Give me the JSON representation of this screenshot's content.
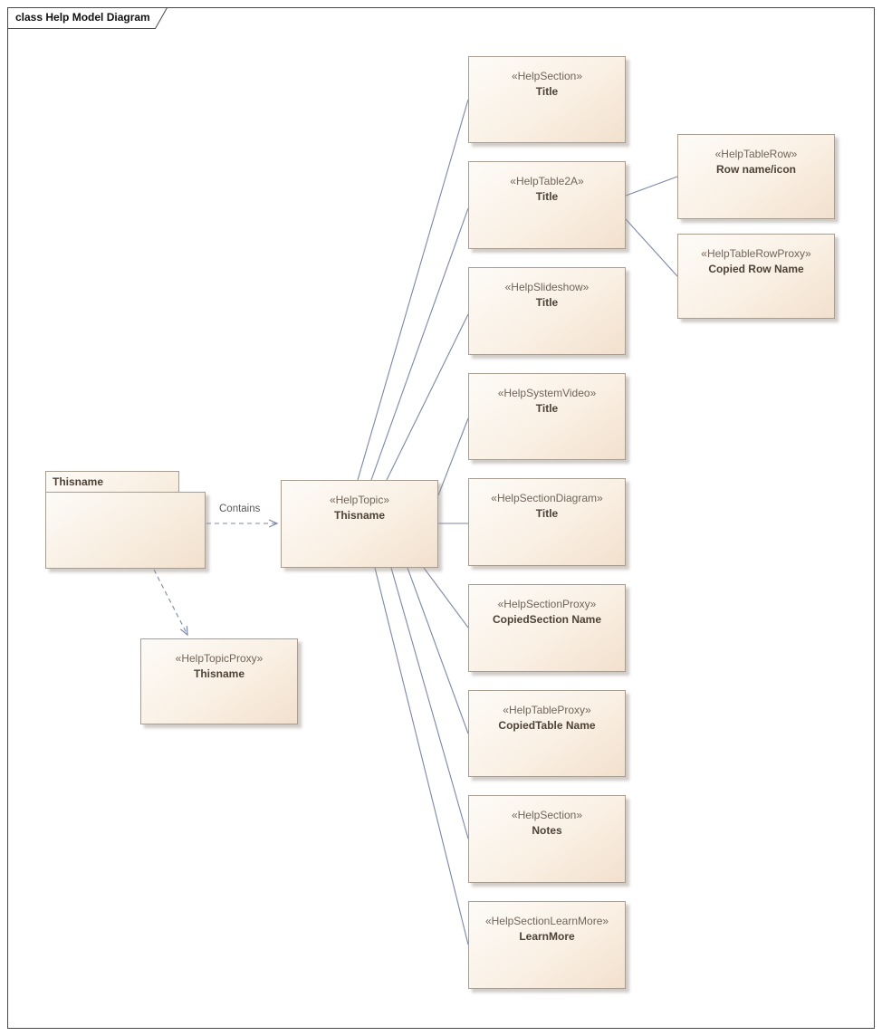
{
  "frame": {
    "title": "class Help Model Diagram"
  },
  "colors": {
    "node_fill_top": "#fdfbf7",
    "node_fill_bottom": "#f2e0cd",
    "node_border": "#a79e91",
    "connector": "#7b87a6",
    "frame_border": "#46484d"
  },
  "package": {
    "name": "Thisname"
  },
  "connectors": {
    "contains_label": "Contains"
  },
  "nodes": {
    "helpTopic": {
      "stereotype": "«HelpTopic»",
      "name": "Thisname"
    },
    "helpTopicProxy": {
      "stereotype": "«HelpTopicProxy»",
      "name": "Thisname"
    },
    "helpSectionTitle": {
      "stereotype": "«HelpSection»",
      "name": "Title"
    },
    "helpTable2A": {
      "stereotype": "«HelpTable2A»",
      "name": "Title"
    },
    "helpSlideshow": {
      "stereotype": "«HelpSlideshow»",
      "name": "Title"
    },
    "helpSystemVideo": {
      "stereotype": "«HelpSystemVideo»",
      "name": "Title"
    },
    "helpSectionDiagram": {
      "stereotype": "«HelpSectionDiagram»",
      "name": "Title"
    },
    "helpSectionProxy": {
      "stereotype": "«HelpSectionProxy»",
      "name": "CopiedSection Name"
    },
    "helpTableProxy": {
      "stereotype": "«HelpTableProxy»",
      "name": "CopiedTable Name"
    },
    "helpSectionNotes": {
      "stereotype": "«HelpSection»",
      "name": "Notes"
    },
    "helpSectionLearnMore": {
      "stereotype": "«HelpSectionLearnMore»",
      "name": "LearnMore"
    },
    "helpTableRow": {
      "stereotype": "«HelpTableRow»",
      "name": "Row name/icon"
    },
    "helpTableRowProxy": {
      "stereotype": "«HelpTableRowProxy»",
      "name": "Copied Row Name"
    }
  }
}
